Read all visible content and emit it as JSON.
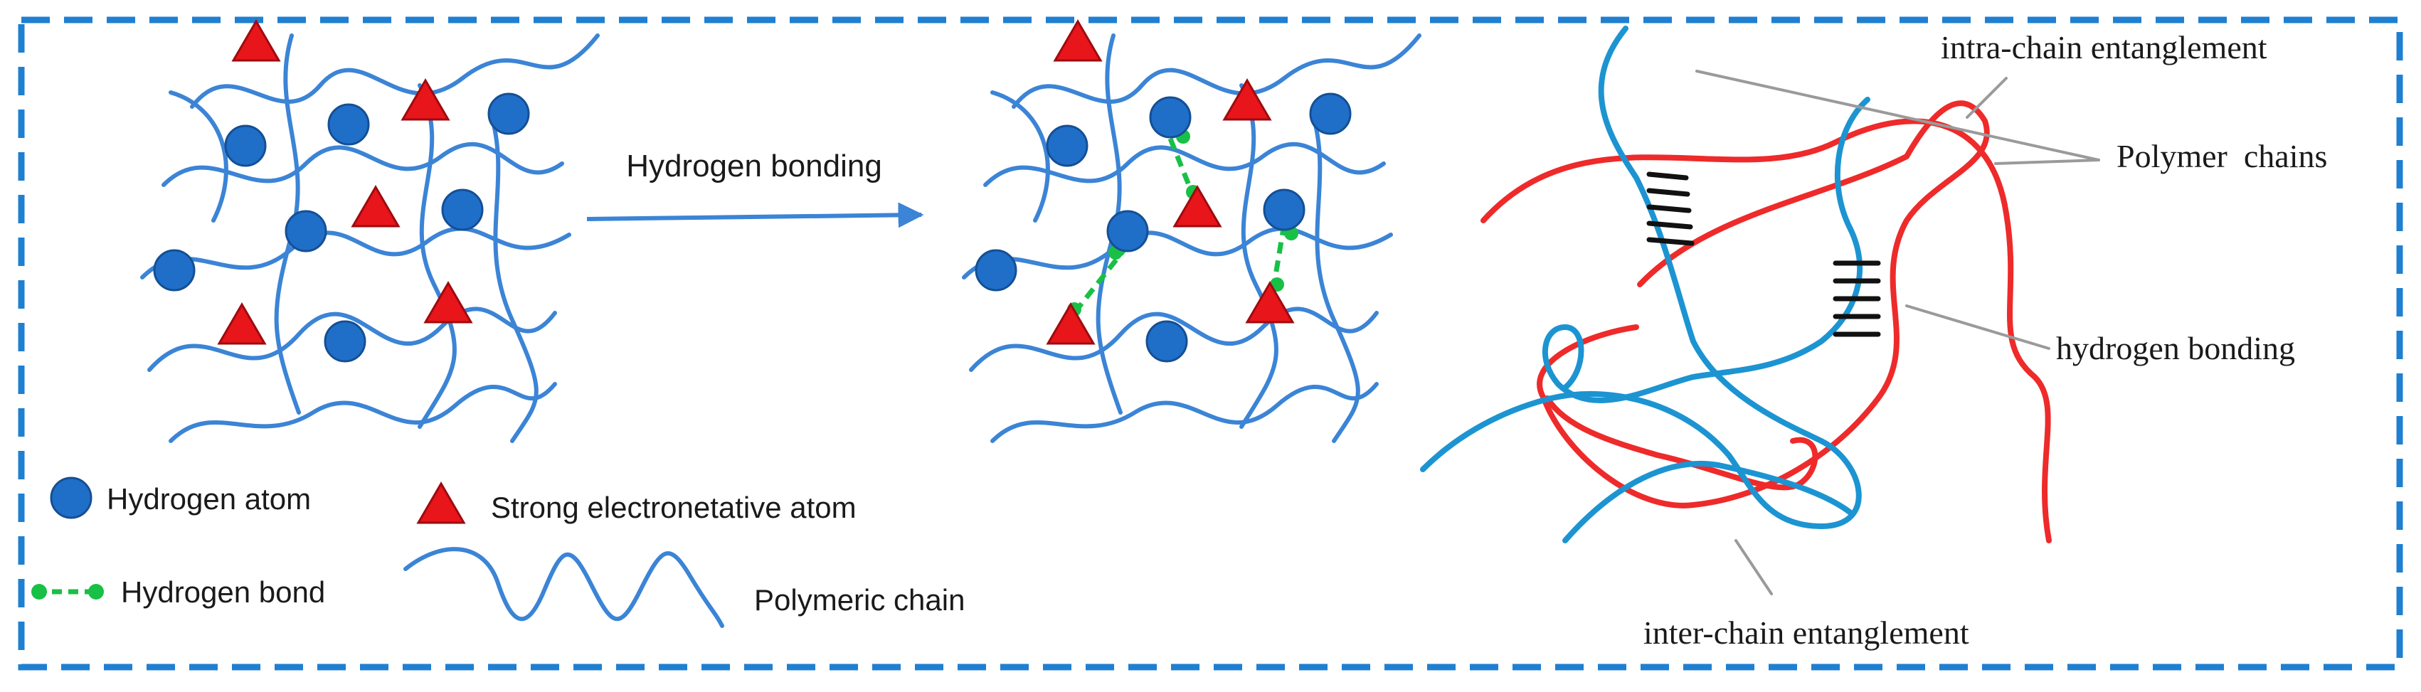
{
  "colors": {
    "frame": "#1f7fd1",
    "chain": "#3b84d6",
    "hydrogen_atom": "#1f6fc9",
    "electronegative_atom": "#e8151b",
    "hbond": "#18c046",
    "red_chain": "#ee2a2a",
    "blue_chain": "#1c94d2",
    "leader": "#9a9a9a"
  },
  "arrow": {
    "label": "Hydrogen bonding"
  },
  "legend": {
    "hydrogen_atom": "Hydrogen atom",
    "electronegative_atom": "Strong electronetative atom",
    "hydrogen_bond": "Hydrogen bond",
    "polymeric_chain": "Polymeric chain"
  },
  "entanglement": {
    "intra": "intra-chain entanglement",
    "polymer_chains": "Polymer  chains",
    "hbonding": "hydrogen bonding",
    "inter": "inter-chain entanglement"
  }
}
